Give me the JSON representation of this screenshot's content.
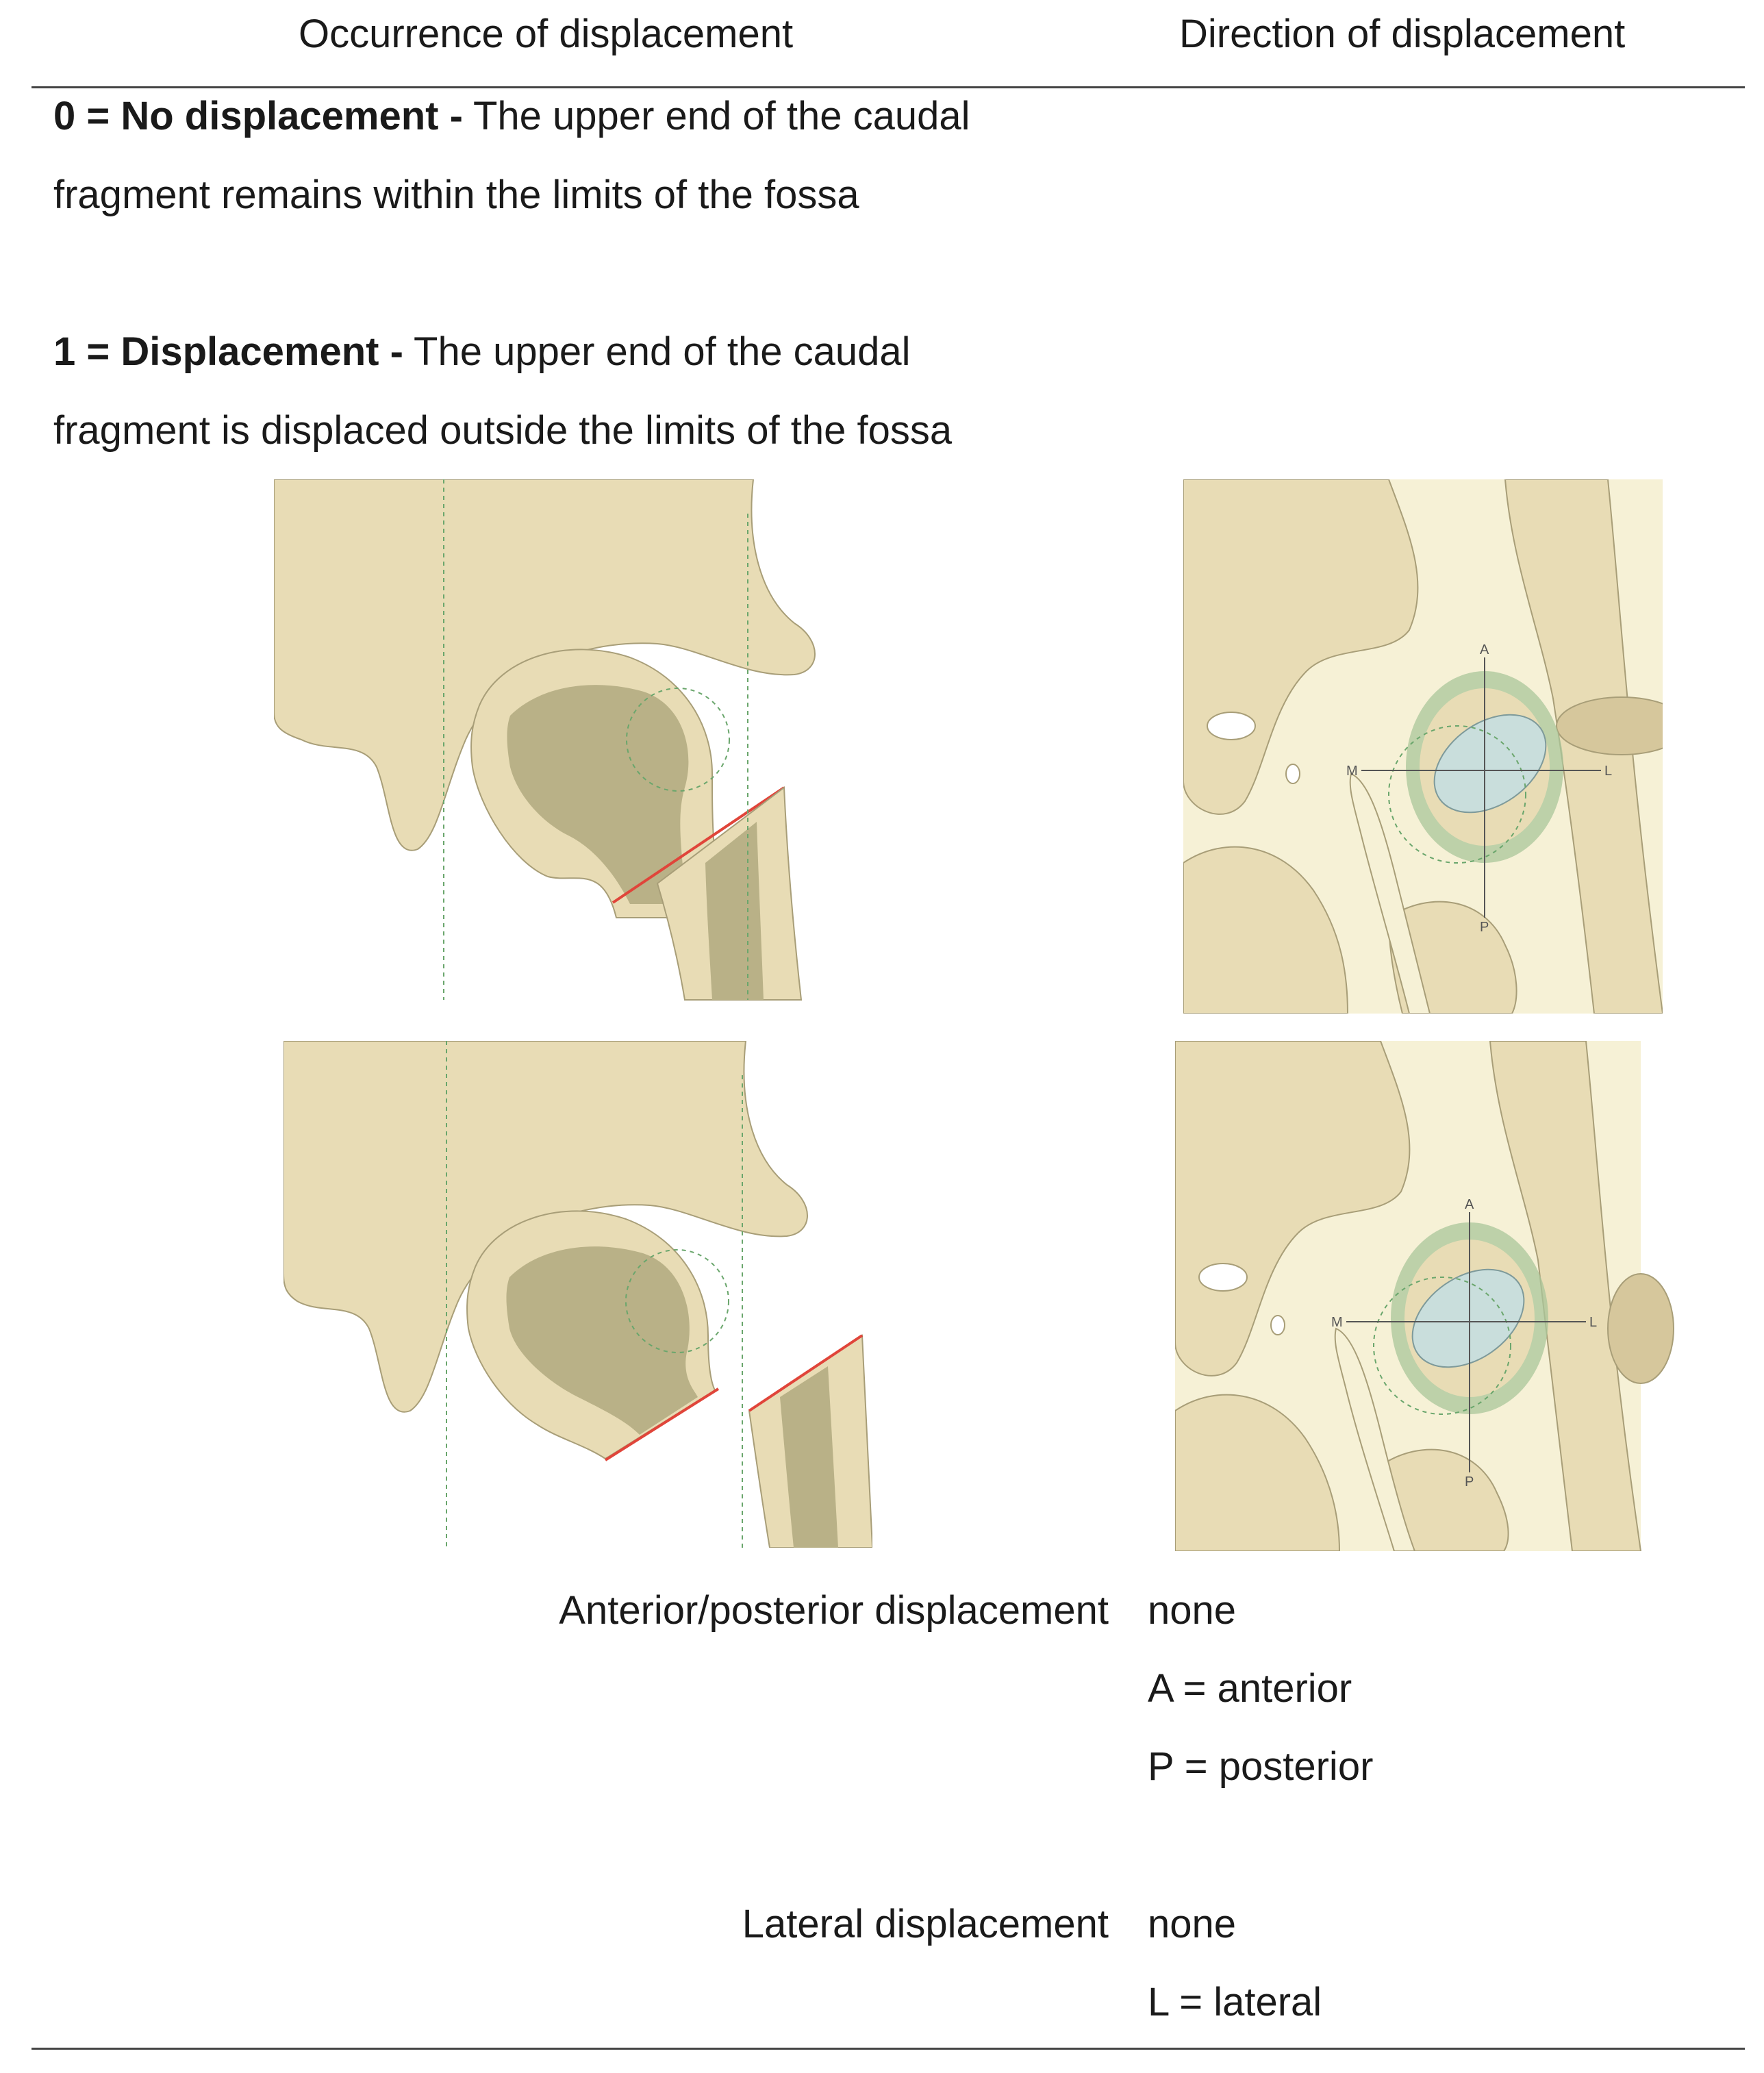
{
  "header": {
    "col1": "Occurrence of displacement",
    "col2": "Direction of displacement"
  },
  "grades": [
    {
      "code": "0 = No displacement -",
      "description_line1": "The upper end of the caudal",
      "description_line2": "fragment remains within the limits of the fossa"
    },
    {
      "code": "1 = Displacement -",
      "description_line1": "The upper end of the caudal",
      "description_line2": "fragment is displaced outside the limits of the fossa"
    }
  ],
  "axis_letters": {
    "anterior": "A",
    "posterior": "P",
    "medial": "M",
    "lateral": "L"
  },
  "direction": {
    "ap_label": "Anterior/posterior displacement",
    "ap_values": [
      "none",
      "A = anterior",
      "P = posterior"
    ],
    "lat_label": "Lateral displacement",
    "lat_values": [
      "none",
      "L = lateral"
    ]
  },
  "colors": {
    "bone": "#e8dcb5",
    "bone_dark": "#b9b187",
    "background_light": "#f6f1d6",
    "blue": "#c9dedc",
    "green": "#a9c69a",
    "fracture_red": "#e0453a",
    "guide_green": "#6aa66c"
  }
}
